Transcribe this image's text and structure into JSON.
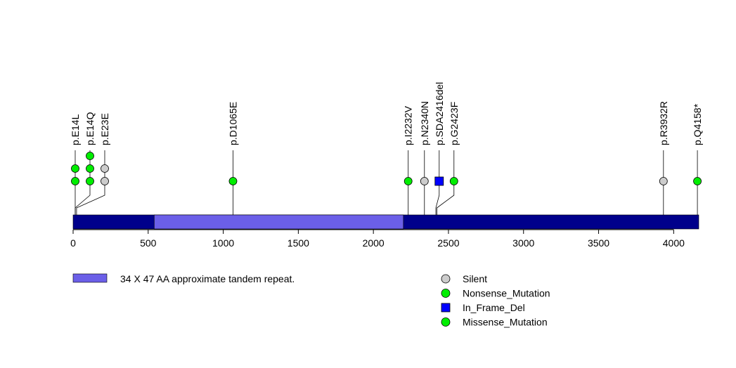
{
  "chart_data": {
    "type": "lollipop",
    "protein_length": 4167,
    "x_ticks": [
      0,
      500,
      1000,
      1500,
      2000,
      2500,
      3000,
      3500,
      4000
    ],
    "x_tick_labels": [
      "0",
      "500",
      "1000",
      "1500",
      "2000",
      "2500",
      "3000",
      "3500",
      "4000"
    ],
    "domains": [
      {
        "label": "34 X 47 AA approximate tandem repeat.",
        "start": 540,
        "end": 2200,
        "color": "#6b5fe8"
      }
    ],
    "mutations": [
      {
        "label": "p.E14L",
        "position": 14,
        "stack": [
          {
            "type": "Missense_Mutation"
          },
          {
            "type": "Missense_Mutation"
          }
        ]
      },
      {
        "label": "p.E14Q",
        "position": 14,
        "stack": [
          {
            "type": "Missense_Mutation"
          },
          {
            "type": "Missense_Mutation"
          },
          {
            "type": "Missense_Mutation"
          }
        ]
      },
      {
        "label": "p.E23E",
        "position": 23,
        "stack": [
          {
            "type": "Silent"
          },
          {
            "type": "Silent"
          }
        ]
      },
      {
        "label": "p.D1065E",
        "position": 1065,
        "stack": [
          {
            "type": "Missense_Mutation"
          }
        ]
      },
      {
        "label": "p.I2232V",
        "position": 2232,
        "stack": [
          {
            "type": "Missense_Mutation"
          }
        ]
      },
      {
        "label": "p.N2340N",
        "position": 2340,
        "stack": [
          {
            "type": "Silent"
          }
        ]
      },
      {
        "label": "p.SDA2416del",
        "position": 2416,
        "stack": [
          {
            "type": "In_Frame_Del"
          }
        ]
      },
      {
        "label": "p.G2423F",
        "position": 2423,
        "stack": [
          {
            "type": "Missense_Mutation"
          }
        ]
      },
      {
        "label": "p.R3932R",
        "position": 3932,
        "stack": [
          {
            "type": "Silent"
          }
        ]
      },
      {
        "label": "p.Q4158*",
        "position": 4158,
        "stack": [
          {
            "type": "Nonsense_Mutation"
          }
        ]
      }
    ],
    "legend": [
      {
        "label": "Silent",
        "shape": "circle",
        "color": "#cccccc"
      },
      {
        "label": "Nonsense_Mutation",
        "shape": "circle",
        "color": "#00ee00"
      },
      {
        "label": "In_Frame_Del",
        "shape": "square",
        "color": "#0000ff"
      },
      {
        "label": "Missense_Mutation",
        "shape": "circle",
        "color": "#00ee00"
      }
    ],
    "colors": {
      "backbone": "#00008b",
      "Silent": "#cccccc",
      "Nonsense_Mutation": "#00ee00",
      "Missense_Mutation": "#00ee00",
      "In_Frame_Del": "#0000ff"
    }
  }
}
